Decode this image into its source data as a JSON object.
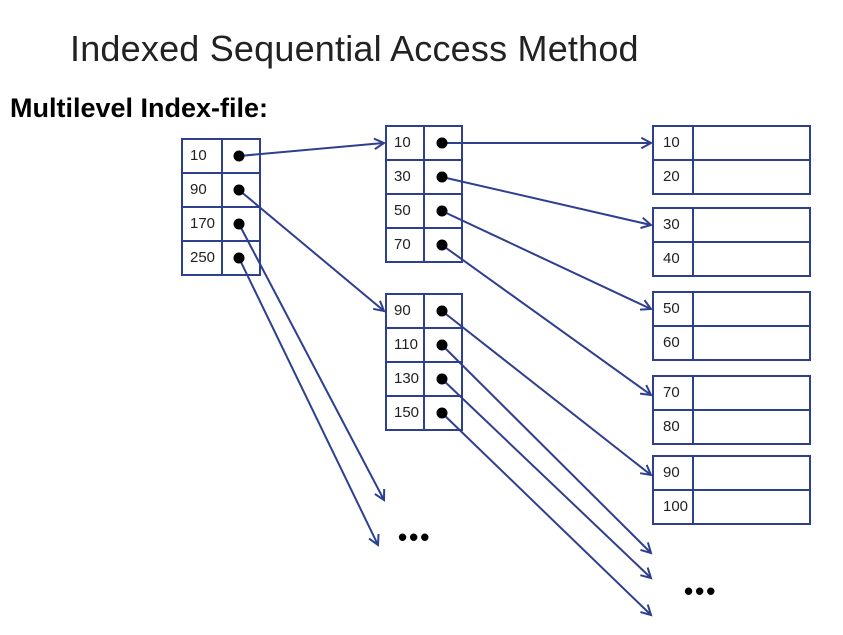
{
  "title": "Indexed Sequential Access Method",
  "subtitle": "Multilevel Index-file:",
  "colors": {
    "line": "#2e3f8f",
    "dot": "#000000",
    "text": "#222222"
  },
  "top_index": [
    "10",
    "90",
    "170",
    "250"
  ],
  "second_index": [
    [
      "10",
      "30",
      "50",
      "70"
    ],
    [
      "90",
      "110",
      "130",
      "150"
    ]
  ],
  "data_blocks": [
    [
      "10",
      "20"
    ],
    [
      "30",
      "40"
    ],
    [
      "50",
      "60"
    ],
    [
      "70",
      "80"
    ],
    [
      "90",
      "100"
    ]
  ],
  "ellipsis": "•••"
}
